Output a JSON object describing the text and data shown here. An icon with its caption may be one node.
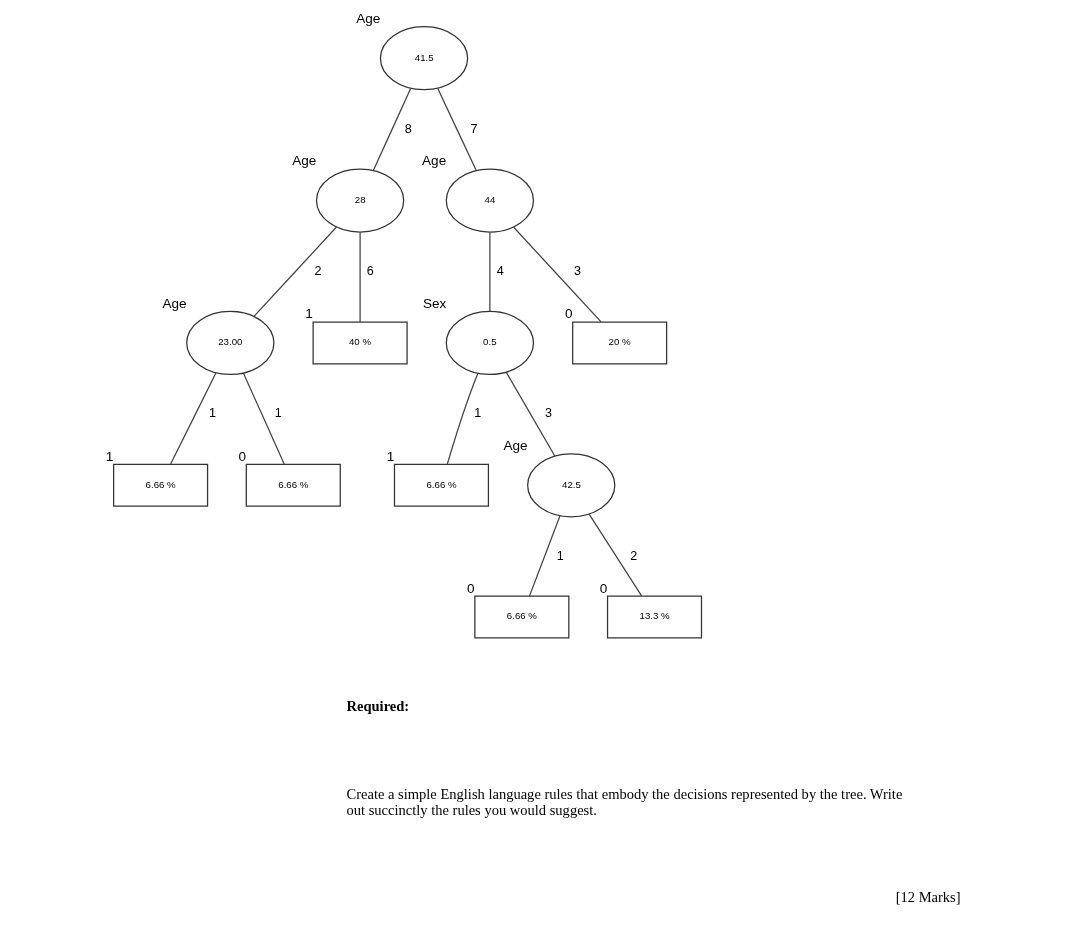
{
  "diagram": {
    "nodes": [
      {
        "text": [
          "41.5"
        ],
        "beside": [
          "Age"
        ]
      },
      {
        "text": [
          "28"
        ],
        "beside": [
          "Age"
        ]
      },
      {
        "text": [
          "23.00"
        ],
        "beside": [
          "Age"
        ]
      },
      {
        "text": [
          "6.66 %"
        ],
        "beside": [
          "1"
        ]
      },
      {
        "text": [
          "6.66 %"
        ],
        "beside": [
          "0"
        ]
      },
      {
        "text": [
          "40 %"
        ],
        "beside": [
          "1"
        ]
      },
      {
        "text": [
          "44"
        ],
        "beside": [
          "Age"
        ]
      },
      {
        "text": [
          "0.5"
        ],
        "beside": [
          "Sex"
        ]
      },
      {
        "text": [
          "6.66 %"
        ],
        "beside": [
          "1"
        ]
      },
      {
        "text": [
          "42.5"
        ],
        "beside": [
          "Age"
        ]
      },
      {
        "text": [
          "6.66 %"
        ],
        "beside": [
          "0"
        ]
      },
      {
        "text": [
          "13.3 %"
        ],
        "beside": [
          "0"
        ]
      },
      {
        "text": [
          "20 %"
        ],
        "beside": [
          "0"
        ]
      }
    ],
    "edges": [
      {
        "from": 0,
        "to": 1,
        "arrow": "none",
        "label": "8"
      },
      {
        "from": 0,
        "to": 6,
        "arrow": "none",
        "label": "7"
      },
      {
        "from": 1,
        "to": 2,
        "arrow": "none",
        "label": "2"
      },
      {
        "from": 1,
        "to": 5,
        "arrow": "none",
        "label": "6"
      },
      {
        "from": 2,
        "to": 3,
        "arrow": "none",
        "label": "1"
      },
      {
        "from": 2,
        "to": 4,
        "arrow": "none",
        "label": "1"
      },
      {
        "from": 6,
        "to": 7,
        "arrow": "none",
        "label": "4"
      },
      {
        "from": 6,
        "to": 12,
        "arrow": "none",
        "label": "3"
      },
      {
        "from": 7,
        "to": 8,
        "arrow": "none",
        "label": "1"
      },
      {
        "from": 7,
        "to": 9,
        "arrow": "none",
        "label": "3"
      },
      {
        "from": 9,
        "to": 10,
        "arrow": "none",
        "label": "1"
      },
      {
        "from": 9,
        "to": 11,
        "arrow": "none",
        "label": "2"
      }
    ],
    "labels": [
      "Required:",
      "Create a simple English language rules that embody the decisions represented by the tree. Write out succinctly the rules you would suggest.",
      "[12 Marks]"
    ]
  }
}
